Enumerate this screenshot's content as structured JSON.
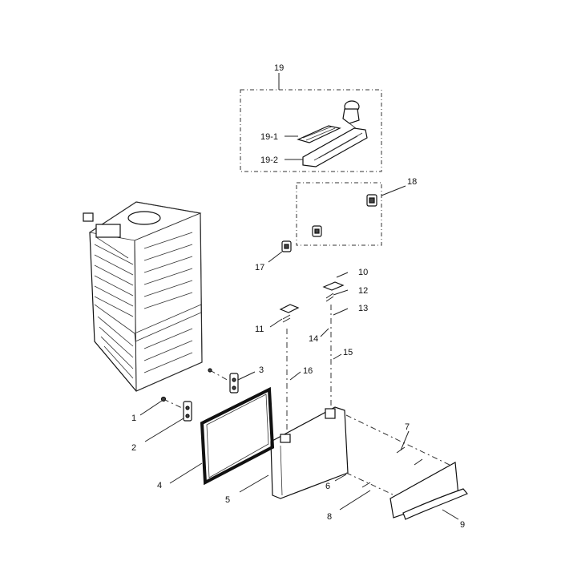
{
  "callouts": [
    {
      "id": "c19",
      "text": "19"
    },
    {
      "id": "c19-1",
      "text": "19-1"
    },
    {
      "id": "c19-2",
      "text": "19-2"
    },
    {
      "id": "c18",
      "text": "18"
    },
    {
      "id": "c17",
      "text": "17"
    },
    {
      "id": "c10",
      "text": "10"
    },
    {
      "id": "c12",
      "text": "12"
    },
    {
      "id": "c11",
      "text": "11"
    },
    {
      "id": "c13",
      "text": "13"
    },
    {
      "id": "c14",
      "text": "14"
    },
    {
      "id": "c15",
      "text": "15"
    },
    {
      "id": "c16",
      "text": "16"
    },
    {
      "id": "c3",
      "text": "3"
    },
    {
      "id": "c1",
      "text": "1"
    },
    {
      "id": "c2",
      "text": "2"
    },
    {
      "id": "c7",
      "text": "7"
    },
    {
      "id": "c4",
      "text": "4"
    },
    {
      "id": "c5",
      "text": "5"
    },
    {
      "id": "c6",
      "text": "6"
    },
    {
      "id": "c8",
      "text": "8"
    },
    {
      "id": "c9",
      "text": "9"
    }
  ]
}
